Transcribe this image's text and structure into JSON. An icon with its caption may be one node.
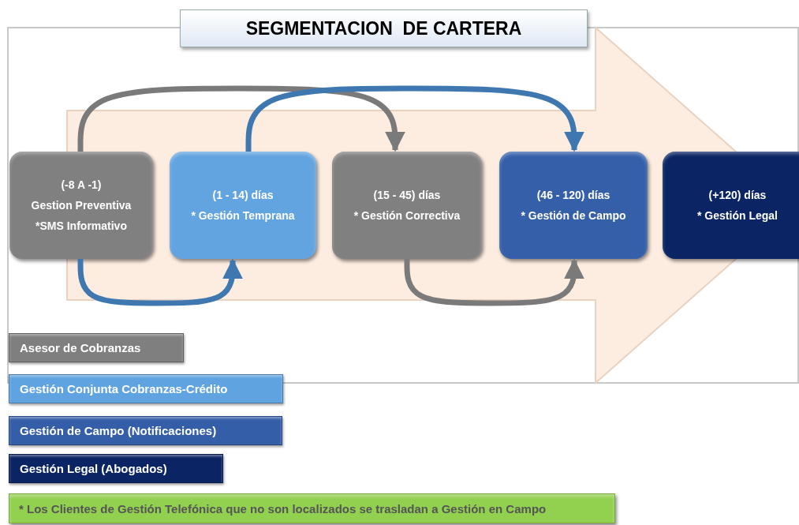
{
  "diagram": {
    "title": "SEGMENTACION  DE CARTERA",
    "nodes": [
      {
        "text": [
          "(-8 A -1)",
          "Gestion Preventiva",
          "*SMS  Informativo"
        ]
      },
      {
        "text": [
          "(1 - 14) días",
          "* Gestión Temprana"
        ]
      },
      {
        "text": [
          "(15 - 45) días",
          "* Gestión Correctiva"
        ]
      },
      {
        "text": [
          "(46 - 120) días",
          "* Gestión de Campo"
        ]
      },
      {
        "text": [
          "(+120) días",
          "* Gestión Legal"
        ]
      },
      {
        "text": [
          "* Los Clientes de Gestión Telefónica que no son localizados se trasladan a Gestión en Campo"
        ]
      }
    ],
    "edges": [
      {
        "from": 0,
        "to": 2,
        "arrow": "to",
        "color": "#7a7a7a"
      },
      {
        "from": 1,
        "to": 3,
        "arrow": "to",
        "color": "#3f78b0"
      },
      {
        "from": 0,
        "to": 1,
        "arrow": "to",
        "color": "#3f78b0"
      },
      {
        "from": 2,
        "to": 3,
        "arrow": "to",
        "color": "#7a7a7a"
      },
      {
        "from": 0,
        "to": 4,
        "arrow": "to",
        "style": "thick",
        "color": "#fdece0"
      }
    ],
    "legend": [
      {
        "text": "Asesor de Cobranzas",
        "color": "#7f7f7f"
      },
      {
        "text": "Gestión Conjunta Cobranzas-Crédito",
        "color": "#5fa3e0"
      },
      {
        "text": "Gestión de Campo (Notificaciones)",
        "color": "#345ea8"
      },
      {
        "text": "Gestión Legal (Abogados)",
        "color": "#0b2463"
      }
    ]
  }
}
